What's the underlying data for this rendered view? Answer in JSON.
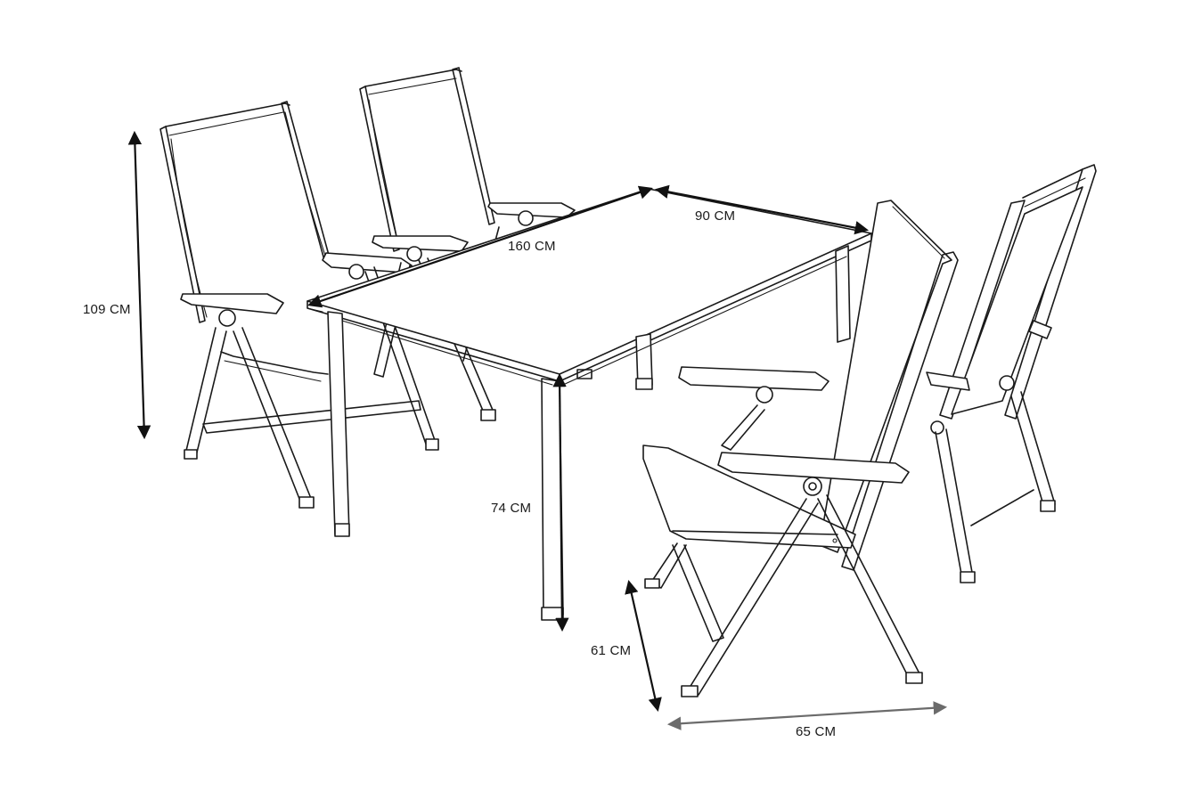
{
  "diagram": {
    "dimensions": {
      "chair_height": "109 CM",
      "table_length": "160 CM",
      "table_width": "90 CM",
      "table_height": "74 CM",
      "chair_depth": "61 CM",
      "chair_width": "65 CM"
    },
    "colors": {
      "line": "#1a1a1a",
      "arrow_gray": "#6b6b6b",
      "background": "#ffffff"
    }
  }
}
